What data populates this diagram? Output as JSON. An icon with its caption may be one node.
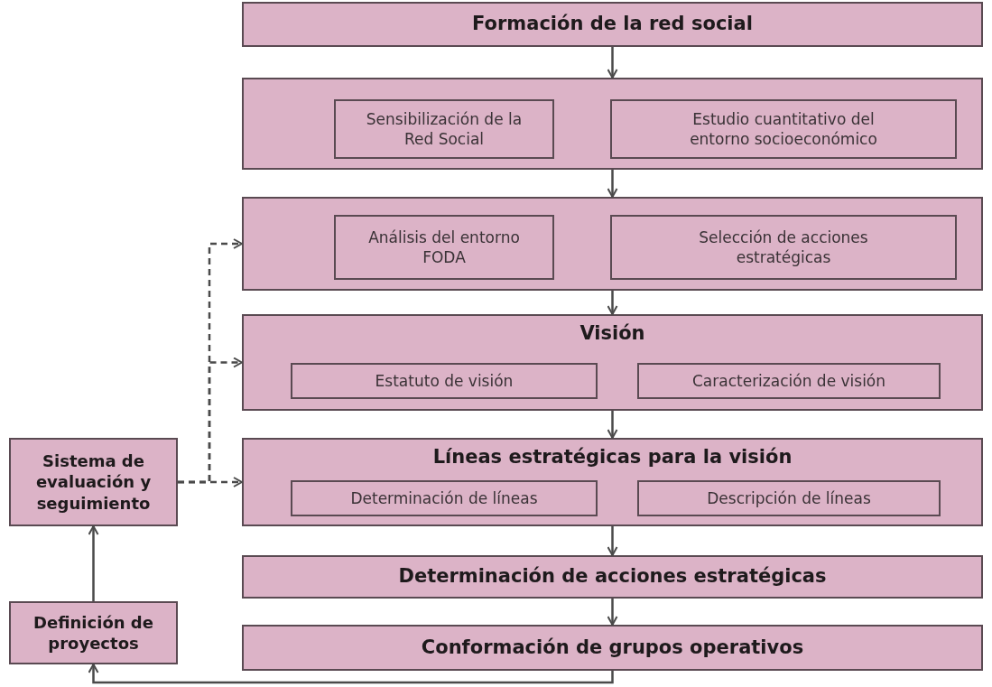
{
  "diagram": {
    "nodes": [
      {
        "text": [
          "Formación de la red social"
        ]
      },
      {
        "text": [],
        "shape": "box"
      },
      {
        "text": [
          "Sensibilización de la Red Social"
        ],
        "in": 1
      },
      {
        "text": [
          "Estudio cuantitativo del entorno socioeconómico"
        ],
        "in": 1
      },
      {
        "text": [],
        "shape": "box"
      },
      {
        "text": [
          "Análisis del entorno FODA"
        ],
        "in": 4
      },
      {
        "text": [
          "Selección de acciones estratégicas"
        ],
        "in": 4
      },
      {
        "text": [
          "Visión"
        ]
      },
      {
        "text": [
          "Estatuto de visión"
        ],
        "in": 7
      },
      {
        "text": [
          "Caracterización de visión"
        ],
        "in": 7
      },
      {
        "text": [
          "Líneas estratégicas para la visión"
        ]
      },
      {
        "text": [
          "Determinación de líneas"
        ],
        "in": 10
      },
      {
        "text": [
          "Descripción de líneas"
        ],
        "in": 10
      },
      {
        "text": [
          "Determinación de acciones estratégicas"
        ]
      },
      {
        "text": [
          "Conformación de grupos operativos"
        ]
      },
      {
        "text": [
          "Sistema de evaluación y seguimiento"
        ]
      },
      {
        "text": [
          "Definición de proyectos"
        ]
      }
    ],
    "edges": [
      {
        "from": 0,
        "to": 1,
        "arrow": "to"
      },
      {
        "from": 1,
        "to": 4,
        "arrow": "to"
      },
      {
        "from": 4,
        "to": 7,
        "arrow": "to"
      },
      {
        "from": 7,
        "to": 10,
        "arrow": "to"
      },
      {
        "from": 10,
        "to": 13,
        "arrow": "to"
      },
      {
        "from": 13,
        "to": 14,
        "arrow": "to"
      },
      {
        "from": 14,
        "to": 16,
        "arrow": "to"
      },
      {
        "from": 16,
        "to": 15,
        "arrow": "to"
      },
      {
        "from": 15,
        "to": 10,
        "arrow": "to",
        "style": "dashed"
      },
      {
        "from": 15,
        "to": 7,
        "arrow": "to",
        "style": "dashed"
      },
      {
        "from": 15,
        "to": 4,
        "arrow": "to",
        "style": "dashed"
      }
    ]
  }
}
